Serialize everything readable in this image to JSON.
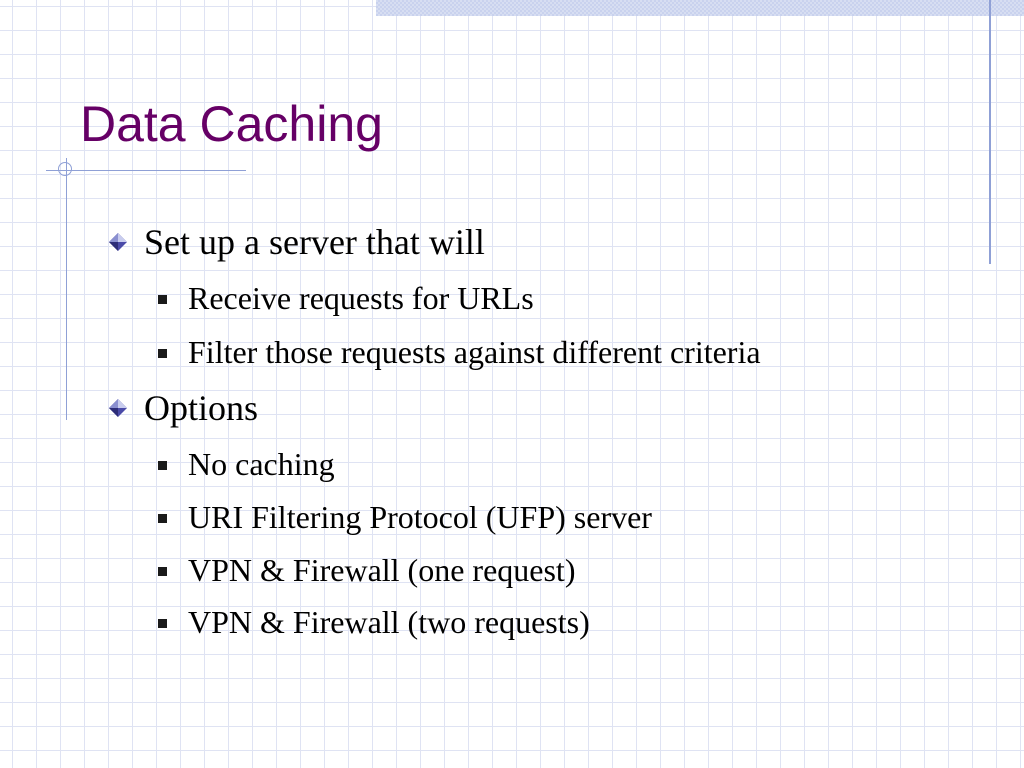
{
  "slide": {
    "title": "Data Caching",
    "bullets": [
      {
        "text": "Set up a server that will",
        "sub": [
          "Receive requests for URLs",
          "Filter those requests against different criteria"
        ]
      },
      {
        "text": "Options",
        "sub": [
          "No caching",
          "URI Filtering Protocol (UFP) server",
          "VPN & Firewall (one request)",
          "VPN & Firewall (two requests)"
        ]
      }
    ]
  },
  "colors": {
    "title": "#660066",
    "grid": "#dfe3f3",
    "accent_rule": "#8fa0d6",
    "bullet_diamond": "#4a4aa8"
  },
  "icons": {
    "level1_bullet": "diamond-bullet-icon",
    "level2_bullet": "square-bullet-icon"
  }
}
